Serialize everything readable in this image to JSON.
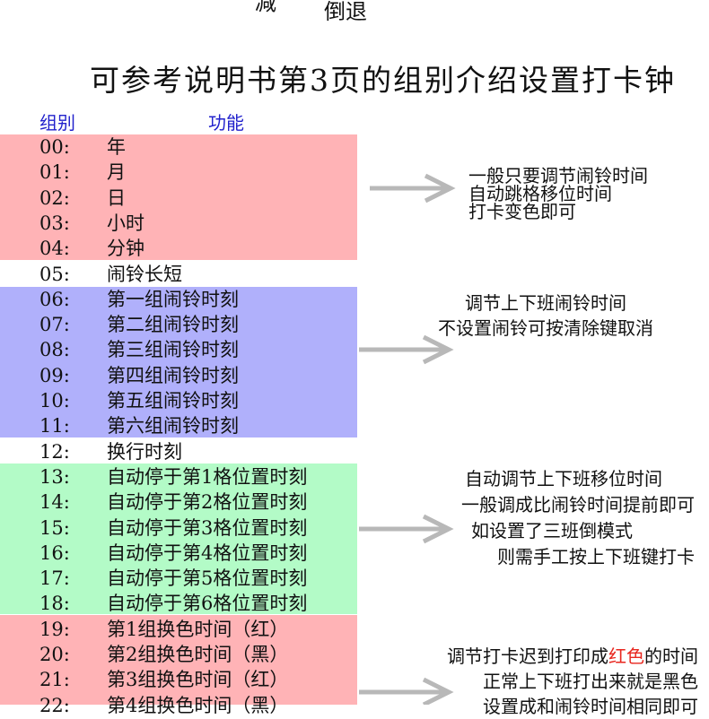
{
  "top_fragments": {
    "left": "减",
    "right": "倒退"
  },
  "title": "可参考说明书第3页的组别介绍设置打卡钟",
  "headers": {
    "group": "组别",
    "function": "功能"
  },
  "colors": {
    "pink": "#ffb3b6",
    "blue": "#b0b0fb",
    "green": "#b3fbc7",
    "arrow": "#b8b8b8",
    "header": "#2222cc",
    "highlight": "#e8261e"
  },
  "rows": [
    {
      "code": "00:",
      "text": "年"
    },
    {
      "code": "01:",
      "text": "月"
    },
    {
      "code": "02:",
      "text": "日"
    },
    {
      "code": "03:",
      "text": "小时"
    },
    {
      "code": "04:",
      "text": "分钟"
    },
    {
      "code": "05:",
      "text": "闹铃长短"
    },
    {
      "code": "06:",
      "text": "第一组闹铃时刻"
    },
    {
      "code": "07:",
      "text": "第二组闹铃时刻"
    },
    {
      "code": "08:",
      "text": "第三组闹铃时刻"
    },
    {
      "code": "09:",
      "text": "第四组闹铃时刻"
    },
    {
      "code": "10:",
      "text": "第五组闹铃时刻"
    },
    {
      "code": "11:",
      "text": "第六组闹铃时刻"
    },
    {
      "code": "12:",
      "text": "换行时刻"
    },
    {
      "code": "13:",
      "text": "自动停于第1格位置时刻"
    },
    {
      "code": "14:",
      "text": "自动停于第2格位置时刻"
    },
    {
      "code": "15:",
      "text": "自动停于第3格位置时刻"
    },
    {
      "code": "16:",
      "text": "自动停于第4格位置时刻"
    },
    {
      "code": "17:",
      "text": "自动停于第5格位置时刻"
    },
    {
      "code": "18:",
      "text": "自动停于第6格位置时刻"
    },
    {
      "code": "19:",
      "text": "第1组换色时间（红）"
    },
    {
      "code": "20:",
      "text": "第2组换色时间（黑）"
    },
    {
      "code": "21:",
      "text": "第3组换色时间（红）"
    },
    {
      "code": "22:",
      "text": "第4组换色时间（黑）"
    }
  ],
  "notes": {
    "n1": [
      "一般只要调节闹铃时间",
      "自动跳格移位时间",
      "打卡变色即可"
    ],
    "n2": [
      "调节上下班闹铃时间",
      "不设置闹铃可按清除键取消"
    ],
    "n3": [
      "自动调节上下班移位时间",
      "一般调成比闹铃时间提前即可",
      "如设置了三班倒模式",
      "则需手工按上下班键打卡"
    ],
    "n4": {
      "line1_pre": "调节打卡迟到打印成",
      "line1_red": "红色",
      "line1_post": "的时间",
      "line2": "正常上下班打出来就是黑色",
      "line3": "设置成和闹铃时间相同即可"
    }
  }
}
